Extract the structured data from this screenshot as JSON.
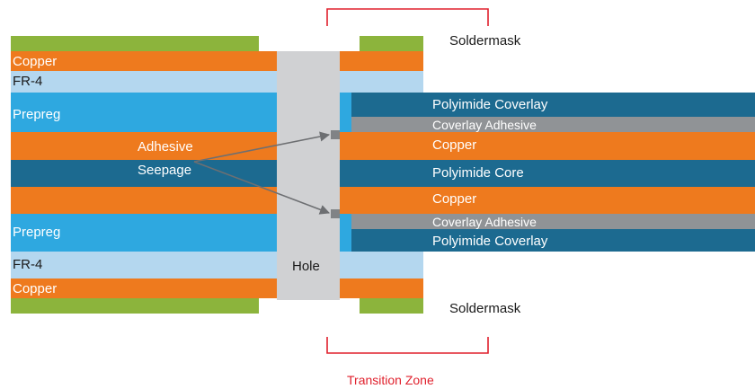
{
  "colors": {
    "soldermask": "#8cb43c",
    "copper": "#ee7a1e",
    "fr4": "#b4d7ef",
    "prepreg": "#2ea8e0",
    "polyimide": "#1c6a90",
    "coverlay_adhesive": "#909396",
    "hole": "#d0d1d3",
    "seepage_marker": "#808386",
    "arrow": "#6d6f72",
    "transition_zone": "#e0212d"
  },
  "labels": {
    "soldermask_top": "Soldermask",
    "soldermask_bottom": "Soldermask",
    "copper_top": "Copper",
    "fr4_top": "FR-4",
    "prepreg_top": "Prepreg",
    "adhesive": "Adhesive",
    "seepage": "Seepage",
    "prepreg_bottom": "Prepreg",
    "fr4_bottom": "FR-4",
    "copper_bottom": "Copper",
    "hole": "Hole",
    "polyimide_coverlay_top": "Polyimide Coverlay",
    "coverlay_adhesive_top": "Coverlay Adhesive",
    "copper_flex_top": "Copper",
    "polyimide_core": "Polyimide Core",
    "copper_flex_bottom": "Copper",
    "coverlay_adhesive_bottom": "Coverlay Adhesive",
    "polyimide_coverlay_bottom": "Polyimide Coverlay",
    "transition_zone": "Transition Zone"
  }
}
